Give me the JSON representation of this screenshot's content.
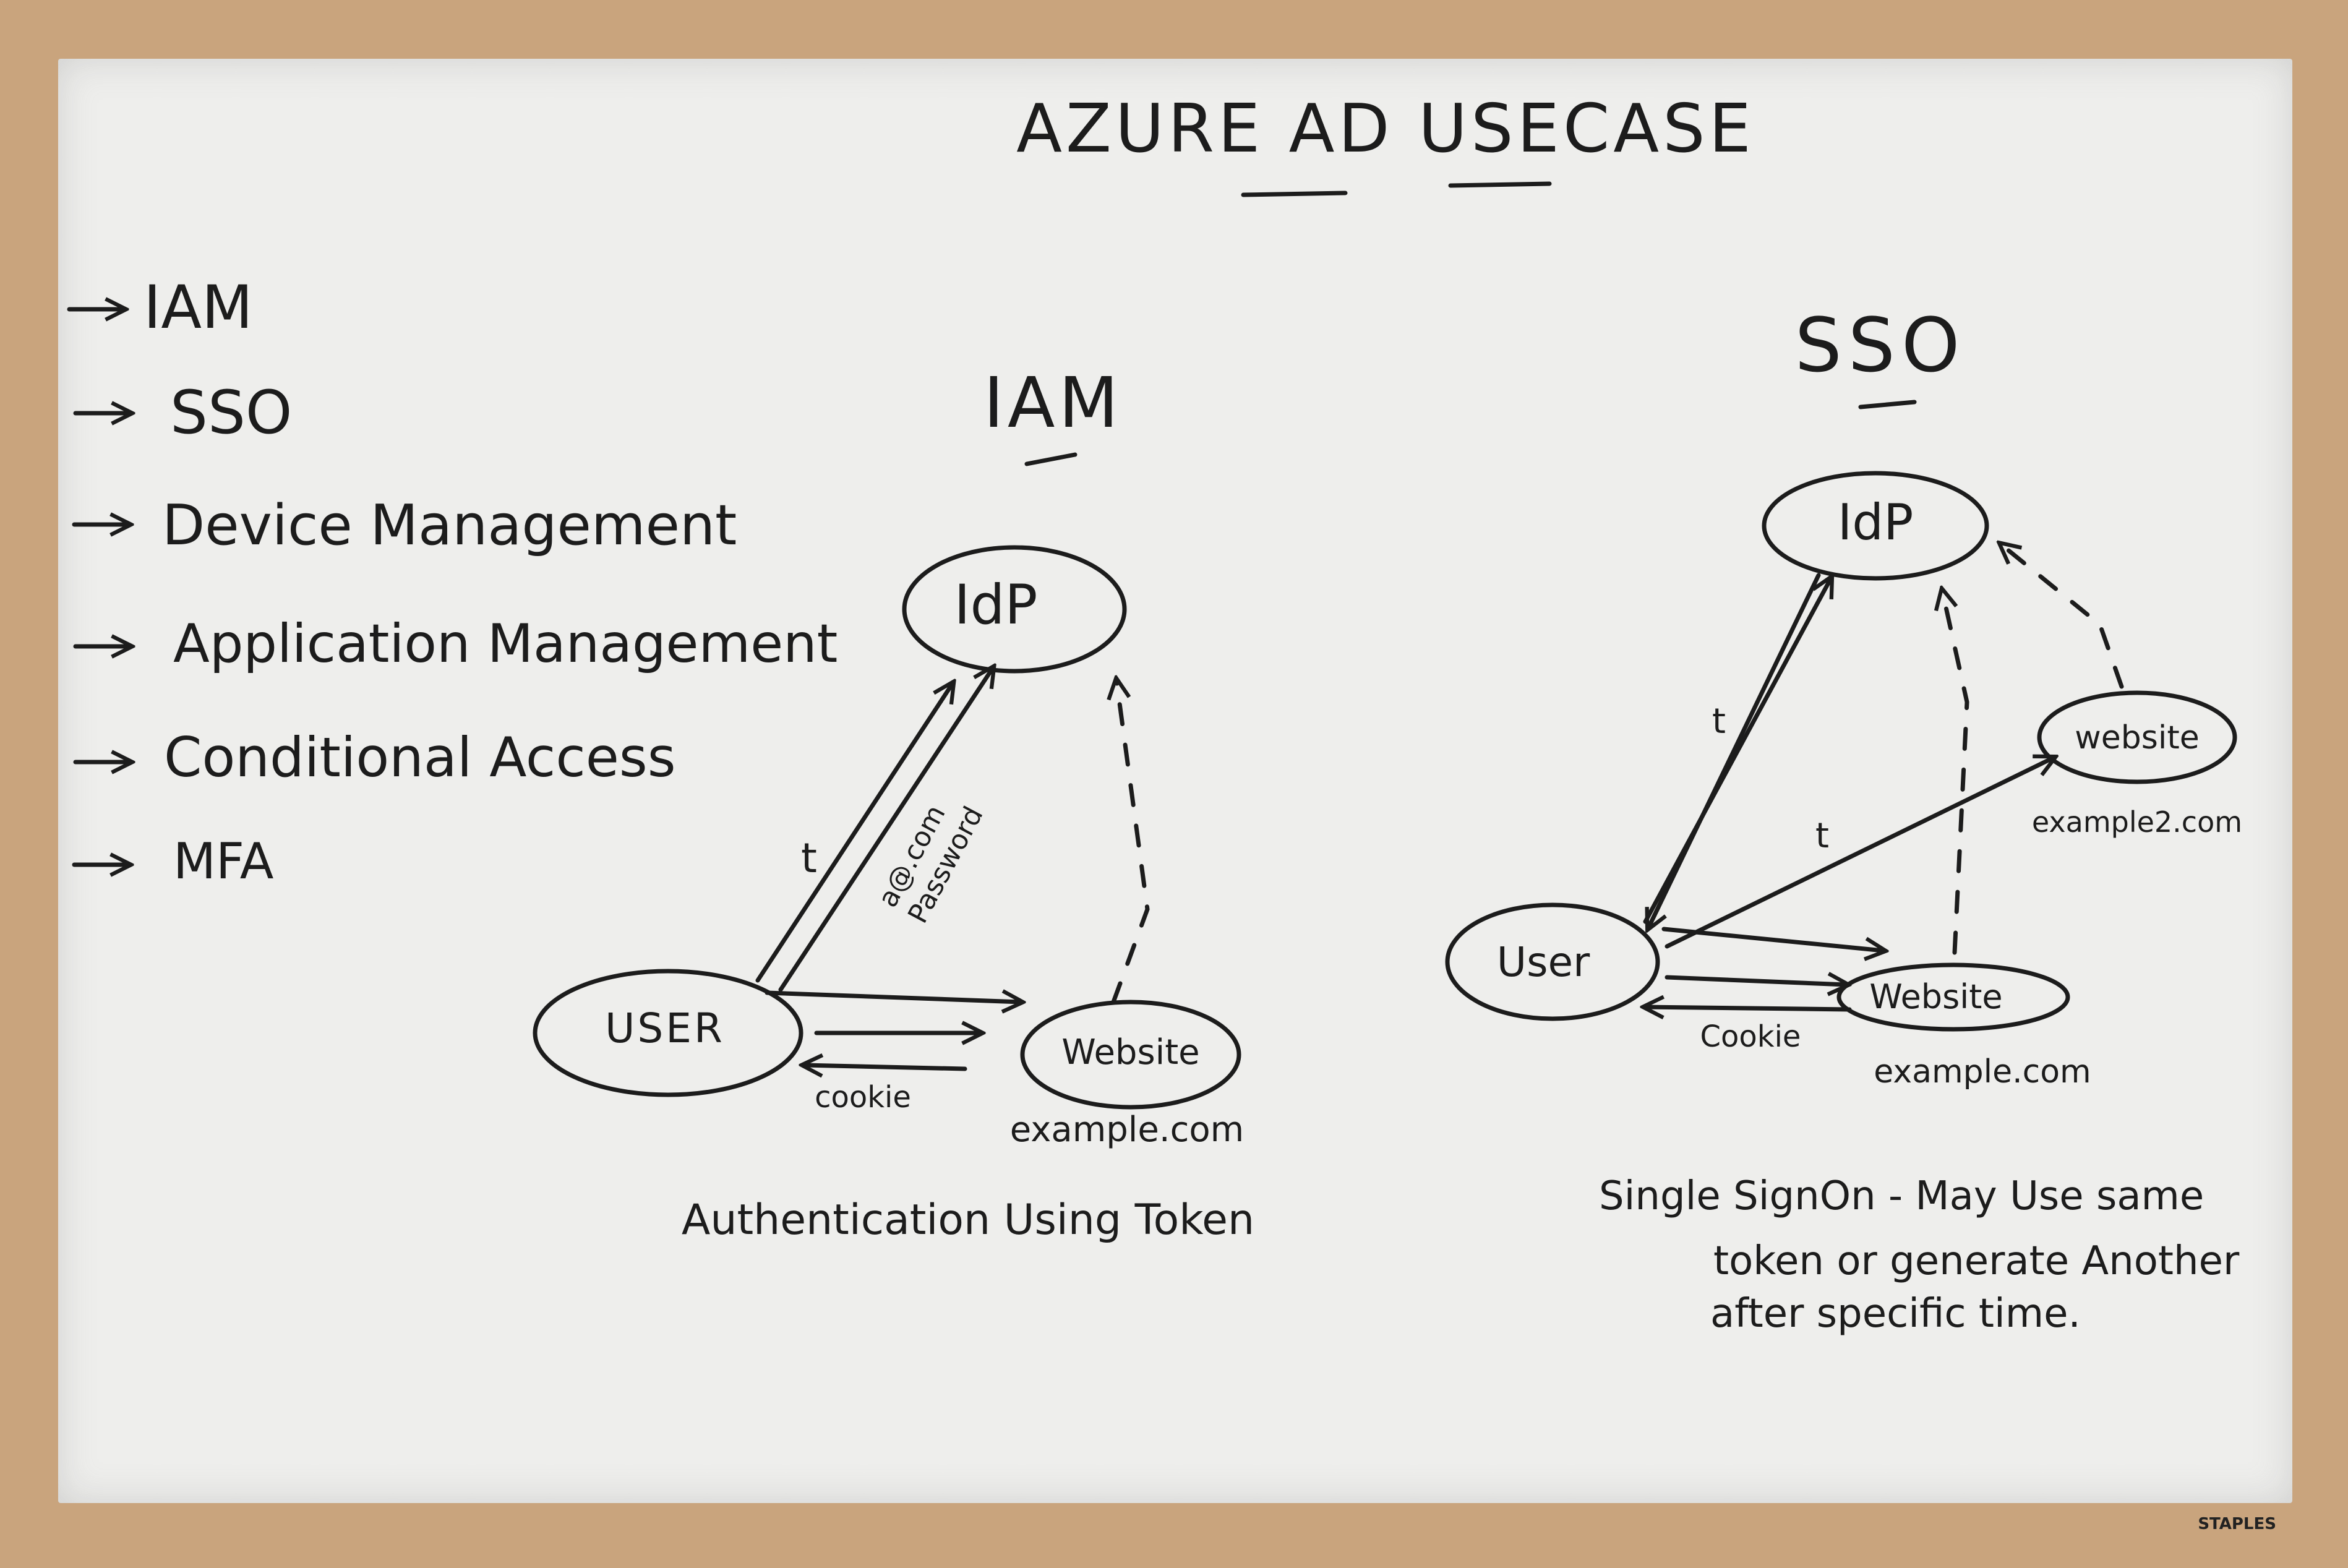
{
  "title": "AZURE AD USECASE",
  "agenda": [
    "IAM",
    "SSO",
    "Device Management",
    "Application Management",
    "Conditional Access",
    "MFA"
  ],
  "brand": "STAPLES",
  "iam": {
    "heading": "IAM",
    "idp": "IdP",
    "user": "USER",
    "website": "Website",
    "website_domain": "example.com",
    "token_label": "t",
    "credentials_label_1": "a@.com",
    "credentials_label_2": "Password",
    "cookie_label": "cookie",
    "caption": "Authentication Using Token"
  },
  "sso": {
    "heading": "SSO",
    "idp": "IdP",
    "user": "User",
    "website": "Website",
    "website_domain": "example.com",
    "website2": "website",
    "website2_domain": "example2.com",
    "token_label_1": "t",
    "token_label_2": "t",
    "cookie_label": "Cookie",
    "caption_line_1": "Single SignOn - May Use same",
    "caption_line_2": "token or generate Another",
    "caption_line_3": "after specific time."
  },
  "colors": {
    "board": "#eeeeec",
    "frame": "#c9a47d",
    "ink": "#1c1c1c"
  }
}
